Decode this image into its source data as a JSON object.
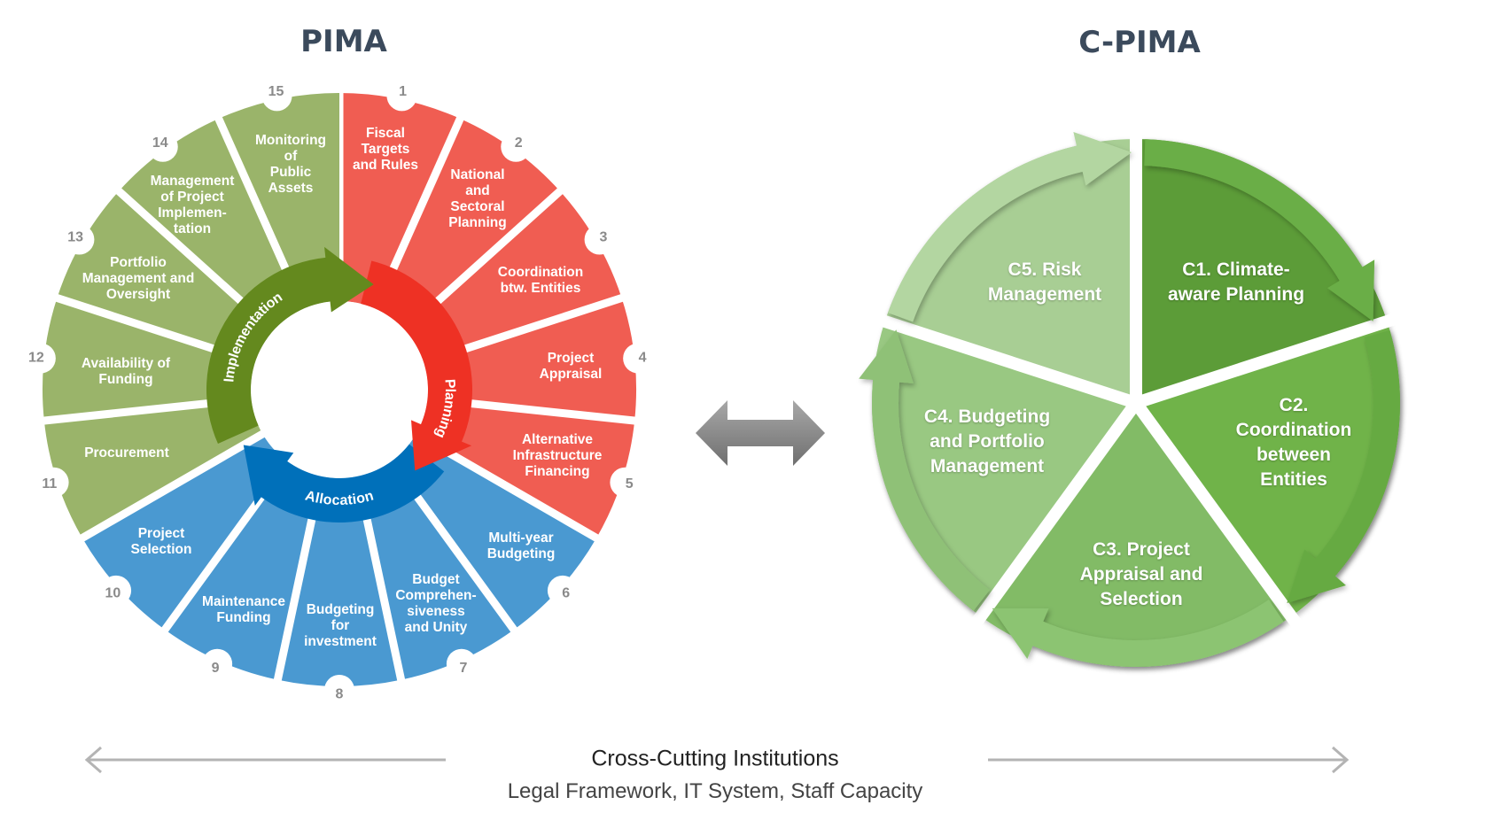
{
  "pima": {
    "title": "PIMA",
    "colors": {
      "planning": "#F05D52",
      "allocation": "#4A99D1",
      "implementation": "#9AB46A",
      "planning_arrow": "#EE3124",
      "allocation_arrow": "#0070BA",
      "implementation_arrow": "#64891E"
    },
    "cycle": {
      "implementation": "Implementation",
      "planning": "Planning",
      "allocation": "Allocation"
    },
    "segments": [
      {
        "number": "1",
        "label": "Fiscal\nTargets\nand Rules",
        "group": "planning"
      },
      {
        "number": "2",
        "label": "National\nand\nSectoral\nPlanning",
        "group": "planning"
      },
      {
        "number": "3",
        "label": "Coordination\nbtw. Entities",
        "group": "planning"
      },
      {
        "number": "4",
        "label": "Project\nAppraisal",
        "group": "planning"
      },
      {
        "number": "5",
        "label": "Alternative\nInfrastructure\nFinancing",
        "group": "planning"
      },
      {
        "number": "6",
        "label": "Multi-year\nBudgeting",
        "group": "allocation"
      },
      {
        "number": "7",
        "label": "Budget\nComprehen-\nsiveness\nand Unity",
        "group": "allocation"
      },
      {
        "number": "8",
        "label": "Budgeting\nfor\ninvestment",
        "group": "allocation"
      },
      {
        "number": "9",
        "label": "Maintenance\nFunding",
        "group": "allocation"
      },
      {
        "number": "10",
        "label": "Project\nSelection",
        "group": "allocation"
      },
      {
        "number": "11",
        "label": "Procurement",
        "group": "implementation"
      },
      {
        "number": "12",
        "label": "Availability of\nFunding",
        "group": "implementation"
      },
      {
        "number": "13",
        "label": "Portfolio\nManagement and\nOversight",
        "group": "implementation"
      },
      {
        "number": "14",
        "label": "Management\nof Project\nImplemen-\ntation",
        "group": "implementation"
      },
      {
        "number": "15",
        "label": "Monitoring\nof\nPublic\nAssets",
        "group": "implementation"
      }
    ]
  },
  "connector": {
    "icon": "double-arrow-icon",
    "color": "#8C8C8C"
  },
  "cpima": {
    "title": "C-PIMA",
    "components": [
      {
        "label": "C1. Climate-\naware Planning",
        "color": "#5C9C38",
        "arrow_color": "#6BAE46"
      },
      {
        "label": "C2.\nCoordination\nbetween\nEntities",
        "color": "#6FB34A",
        "arrow_color": "#66AA42"
      },
      {
        "label": "C3. Project\nAppraisal and\nSelection",
        "color": "#82BB66",
        "arrow_color": "#8CC472"
      },
      {
        "label": "C4. Budgeting\nand Portfolio\nManagement",
        "color": "#99C882",
        "arrow_color": "#8FC177"
      },
      {
        "label": "C5. Risk\nManagement",
        "color": "#A8CE94",
        "arrow_color": "#B3D6A1"
      }
    ]
  },
  "cross_cutting": {
    "title": "Cross-Cutting Institutions",
    "subtitle": "Legal Framework, IT System, Staff Capacity",
    "line_color": "#B4B4B4"
  }
}
